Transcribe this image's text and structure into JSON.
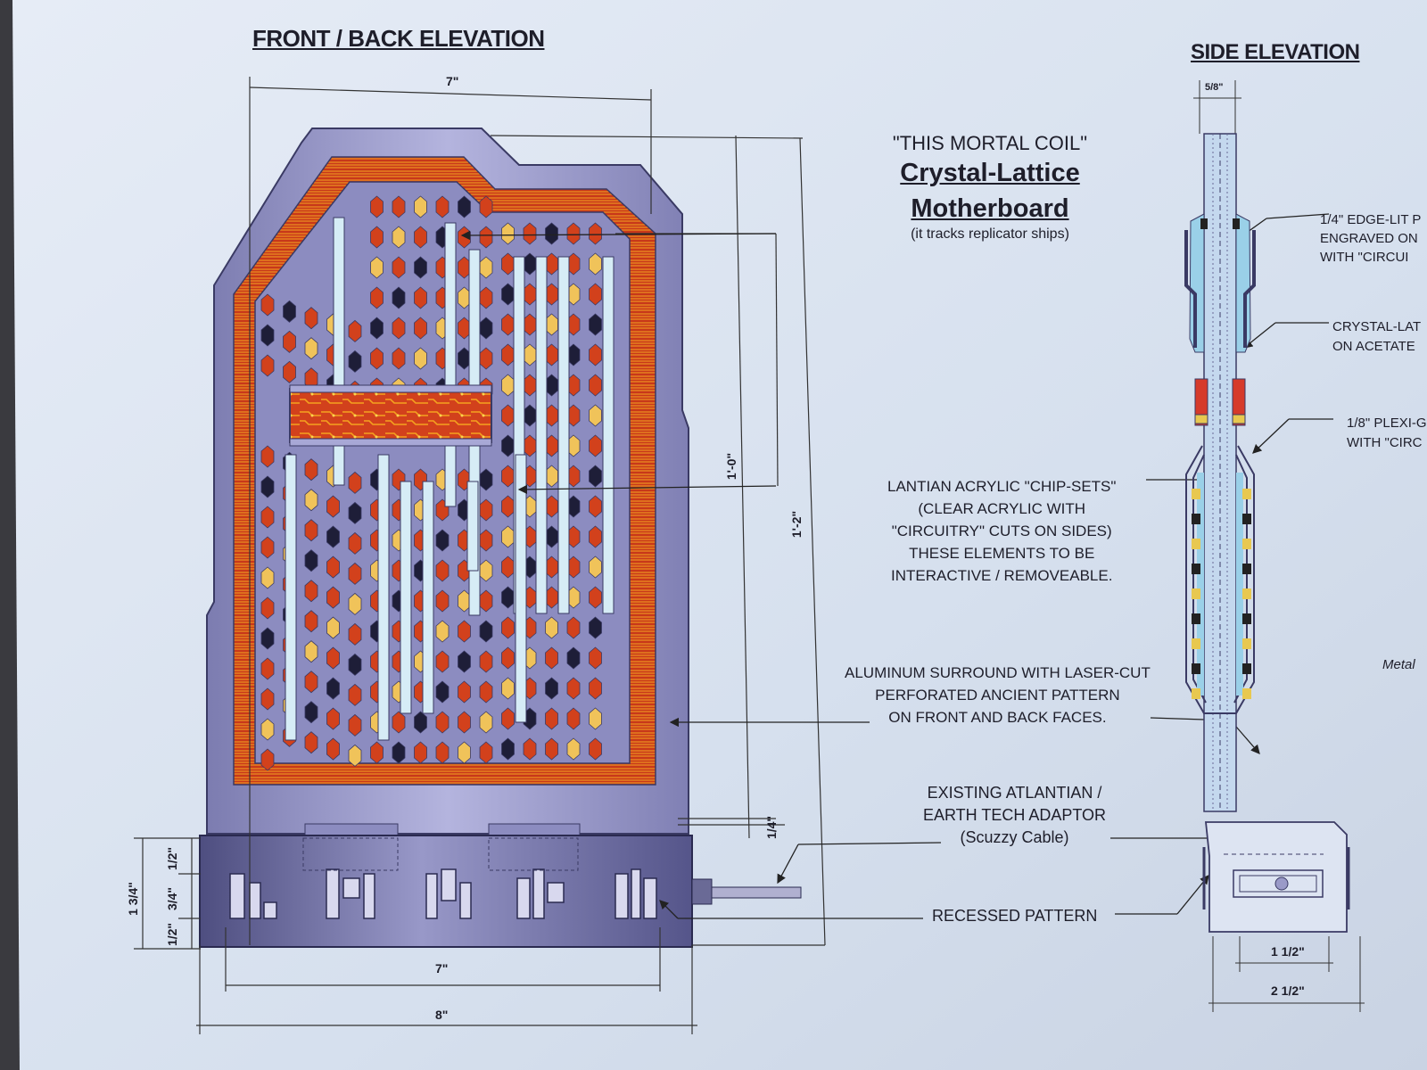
{
  "front_view": {
    "heading": "FRONT / BACK ELEVATION",
    "dims": {
      "top_width": "7\"",
      "height_inner": "1'-0\"",
      "height_total": "1'-2\"",
      "gap": "1/4\"",
      "base_total": "1 3/4\"",
      "base_top": "1/2\"",
      "base_middle": "3/4\"",
      "base_bottom": "1/2\"",
      "bottom_inner": "7\"",
      "bottom_total": "8\""
    }
  },
  "title_block": {
    "line1": "\"THIS MORTAL COIL\"",
    "line2": "Crystal-Lattice",
    "line3": "Motherboard",
    "line4": "(it tracks replicator ships)"
  },
  "callouts": {
    "chipsets": [
      "LANTIAN ACRYLIC \"CHIP-SETS\"",
      "(CLEAR ACRYLIC WITH",
      "\"CIRCUITRY\" CUTS ON SIDES)",
      "THESE ELEMENTS TO BE",
      "INTERACTIVE / REMOVEABLE."
    ],
    "aluminum": [
      "ALUMINUM SURROUND WITH LASER-CUT",
      "PERFORATED ANCIENT PATTERN",
      "ON FRONT AND BACK FACES."
    ],
    "adaptor": [
      "EXISTING ATLANTIAN /",
      "EARTH TECH ADAPTOR",
      "(Scuzzy Cable)"
    ],
    "recessed": "RECESSED PATTERN"
  },
  "side_view": {
    "heading": "SIDE ELEVATION",
    "top_dim": "5/8\"",
    "base_inner": "1 1/2\"",
    "base_total": "2 1/2\"",
    "notes": {
      "edge_lit": [
        "1/4\" EDGE-LIT P",
        "ENGRAVED ON",
        "WITH \"CIRCUI"
      ],
      "crystal": [
        "CRYSTAL-LAT",
        "ON ACETATE"
      ],
      "plexi": [
        "1/8\" PLEXI-G",
        "WITH \"CIRC"
      ],
      "metal": "Metal"
    }
  },
  "colors": {
    "paper": "#d9e2f0",
    "metal": "#9a9ac8",
    "metal_dark": "#5a5a86",
    "circuit": "#d2411c",
    "circuit_glow": "#f4a21e",
    "acrylic": "#a8d2e4"
  }
}
